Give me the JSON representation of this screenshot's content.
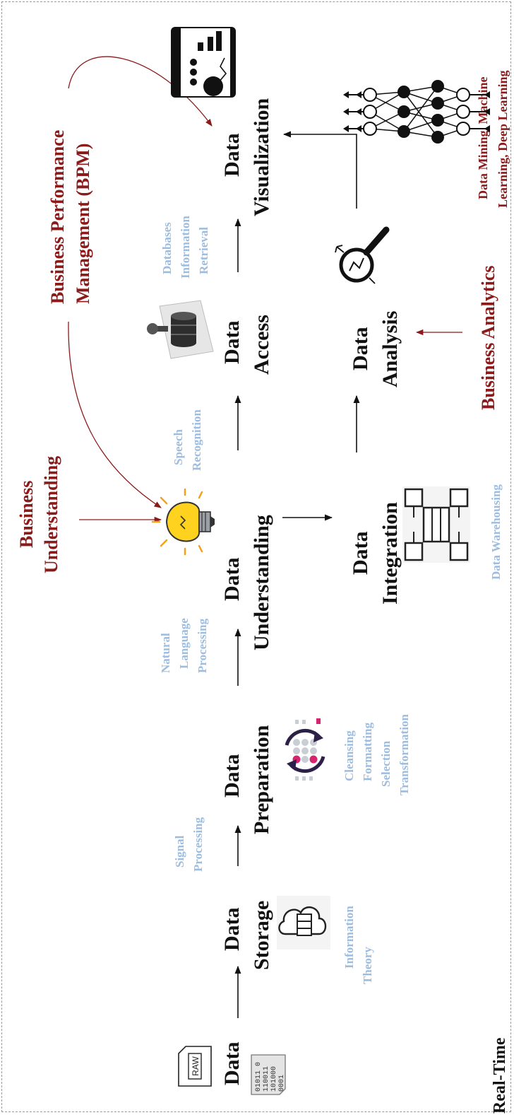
{
  "nodes": {
    "data": "Data",
    "storage": [
      "Data",
      "Storage"
    ],
    "preparation": [
      "Data",
      "Preparation"
    ],
    "understanding": [
      "Data",
      "Understanding"
    ],
    "access": [
      "Data",
      "Access"
    ],
    "visualization": [
      "Data",
      "Visualization"
    ],
    "integration": [
      "Data",
      "Integration"
    ],
    "analysis": [
      "Data",
      "Analysis"
    ]
  },
  "techniques": {
    "information_theory": [
      "Information",
      "Theory"
    ],
    "signal_processing": [
      "Signal",
      "Processing"
    ],
    "cleansing": [
      "Cleansing",
      "Formatting",
      "Selection",
      "Transformation"
    ],
    "nlp": [
      "Natural",
      "Language",
      "Processing"
    ],
    "speech": [
      "Speech",
      "Recognition"
    ],
    "databases": [
      "Databases",
      "Information",
      "Retrieval"
    ],
    "warehousing": "Data Warehousing"
  },
  "business": {
    "understanding": [
      "Business",
      "Understanding"
    ],
    "bpm": [
      "Business Performance",
      "Management (BPM)"
    ],
    "analytics": "Business Analytics",
    "mining": [
      "Data Mining, Machine",
      "Learning, Deep Learning"
    ]
  },
  "realtime": "Real-Time",
  "icons": {
    "raw_file": "RAW",
    "binary_lines": [
      "01011 0",
      "110011",
      "101000",
      "0001"
    ]
  },
  "colors": {
    "node": "#111111",
    "technique": "#9dbde0",
    "business": "#8b1a1a"
  }
}
